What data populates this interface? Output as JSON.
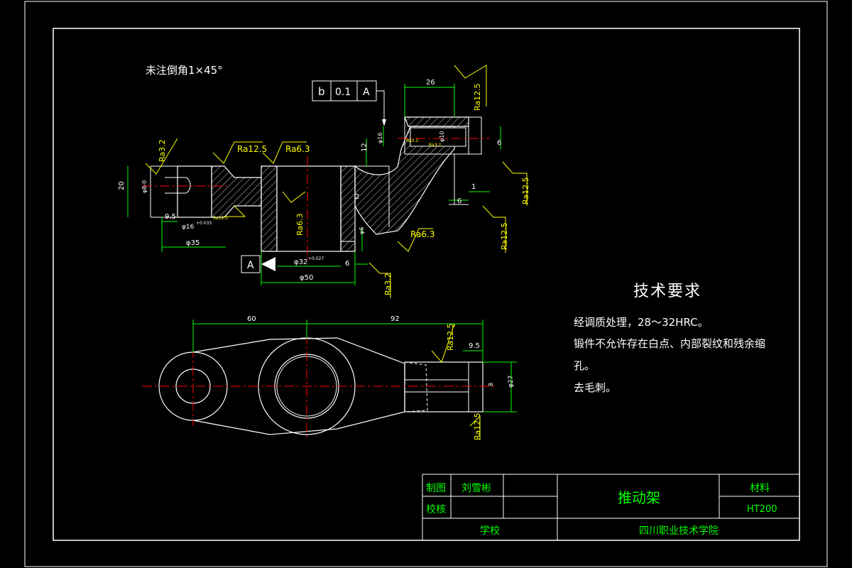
{
  "note_chamfer": "未注倒角1×45°",
  "tolerance_frame": [
    "b",
    "0.1",
    "A"
  ],
  "datum_label": "A",
  "roughness": {
    "ra32": "Ra3.2",
    "ra125": "Ra12.5",
    "ra63": "Ra6.3"
  },
  "dims": {
    "d26": "26",
    "d20": "20",
    "d9_5": "9.5",
    "d16": "φ16",
    "d16_tol": "+0.033",
    "d35": "φ35",
    "d50": "φ50",
    "d32": "φ32",
    "d32_tol": "+0.027",
    "d6": "6",
    "d12": "12",
    "d1": "1",
    "d2": "2",
    "d60": "60",
    "d92": "92",
    "d9_5b": "9.5",
    "d27": "φ27",
    "d8": "φ8-0",
    "d10": "φ10",
    "d8b": "8",
    "d6b": "φ6"
  },
  "tech": {
    "title": "技术要求",
    "line1": "经调质处理，28～32HRC。",
    "line2": "锻件不允许存在白点、内部裂纹和残余缩",
    "line3": "孔。",
    "line4": "去毛刺。"
  },
  "title_block": {
    "drawn_label": "制图",
    "drawn_name": "刘雪彬",
    "check_label": "校核",
    "school_label": "学校",
    "part_name": "推动架",
    "material_label": "材料",
    "material": "HT200",
    "school": "四川职业技术学院"
  },
  "colors": {
    "background": "#000000",
    "line": "#ffffff",
    "annotation": "#ffff00",
    "dimension": "#00ff00",
    "center": "#ff0000"
  }
}
